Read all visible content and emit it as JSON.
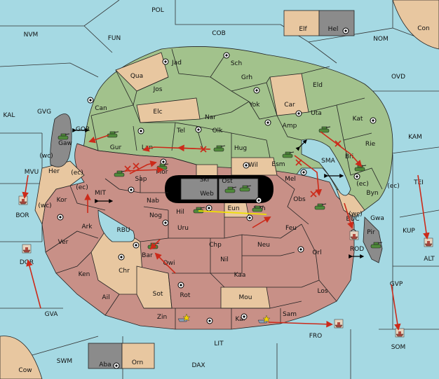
{
  "seas": [
    {
      "name": "POL"
    },
    {
      "name": "NVM"
    },
    {
      "name": "FUN"
    },
    {
      "name": "COB"
    },
    {
      "name": "NOM"
    },
    {
      "name": "OVD"
    },
    {
      "name": "KAL"
    },
    {
      "name": "GVG"
    },
    {
      "name": "KAM"
    },
    {
      "name": "GOR"
    },
    {
      "name": "MVU"
    },
    {
      "name": "TEI"
    },
    {
      "name": "MIT"
    },
    {
      "name": "SMA"
    },
    {
      "name": "BOR"
    },
    {
      "name": "RBU"
    },
    {
      "name": "KUP"
    },
    {
      "name": "BUC"
    },
    {
      "name": "ROD"
    },
    {
      "name": "ALT"
    },
    {
      "name": "GVP"
    },
    {
      "name": "DOR"
    },
    {
      "name": "GVA"
    },
    {
      "name": "FRO"
    },
    {
      "name": "SOM"
    },
    {
      "name": "LIT"
    },
    {
      "name": "SWM"
    },
    {
      "name": "DAX"
    },
    {
      "name": "Con"
    },
    {
      "name": "Cow"
    }
  ],
  "provinces": [
    {
      "name": "Jad"
    },
    {
      "name": "Sch"
    },
    {
      "name": "Qua"
    },
    {
      "name": "Jos"
    },
    {
      "name": "Grh"
    },
    {
      "name": "Can"
    },
    {
      "name": "Elc"
    },
    {
      "name": "Nar"
    },
    {
      "name": "Yok"
    },
    {
      "name": "Car"
    },
    {
      "name": "Eld"
    },
    {
      "name": "Uta"
    },
    {
      "name": "Kat"
    },
    {
      "name": "Tel"
    },
    {
      "name": "Olk"
    },
    {
      "name": "Amp"
    },
    {
      "name": "Gur"
    },
    {
      "name": "Lan"
    },
    {
      "name": "Hug"
    },
    {
      "name": "Rie"
    },
    {
      "name": "Bri"
    },
    {
      "name": "Gaw"
    },
    {
      "name": "Wil"
    },
    {
      "name": "Esm"
    },
    {
      "name": "Her"
    },
    {
      "name": "Sap"
    },
    {
      "name": "Mor"
    },
    {
      "name": "Skr"
    },
    {
      "name": "Ost"
    },
    {
      "name": "Web"
    },
    {
      "name": "Mel"
    },
    {
      "name": "Byn"
    },
    {
      "name": "Kor"
    },
    {
      "name": "Nab"
    },
    {
      "name": "Obs"
    },
    {
      "name": "Eun"
    },
    {
      "name": "Sun"
    },
    {
      "name": "Hil"
    },
    {
      "name": "Nog"
    },
    {
      "name": "Gwa"
    },
    {
      "name": "Ark"
    },
    {
      "name": "Uru"
    },
    {
      "name": "Feu"
    },
    {
      "name": "Pir"
    },
    {
      "name": "Chp"
    },
    {
      "name": "Neu"
    },
    {
      "name": "Ver"
    },
    {
      "name": "Bar"
    },
    {
      "name": "Qwi"
    },
    {
      "name": "Nil"
    },
    {
      "name": "Orl"
    },
    {
      "name": "Ken"
    },
    {
      "name": "Chr"
    },
    {
      "name": "Kaa"
    },
    {
      "name": "Sot"
    },
    {
      "name": "Rot"
    },
    {
      "name": "Los"
    },
    {
      "name": "Ail"
    },
    {
      "name": "Mou"
    },
    {
      "name": "Zin"
    },
    {
      "name": "Kar"
    },
    {
      "name": "Sam"
    },
    {
      "name": "Elf"
    },
    {
      "name": "Hel"
    },
    {
      "name": "Aba"
    },
    {
      "name": "Orn"
    }
  ],
  "coast_tags": [
    {
      "name": "(wc)"
    },
    {
      "name": "(ec)"
    },
    {
      "name": "(ec)"
    },
    {
      "name": "(wc)"
    },
    {
      "name": "(wc)"
    },
    {
      "name": "(ec)"
    },
    {
      "name": "(ec)"
    }
  ],
  "colors": {
    "sea": "#a5d9e3",
    "power_red": "#c89087",
    "power_green": "#a2c28c",
    "neutral": "#e8c7a0",
    "impassable": "#8b8b8b",
    "arrow": "#cc2a1a",
    "support": "#f0e000"
  },
  "icons": [
    "army-icon",
    "fleet-icon",
    "supply-center-icon",
    "dislodged-star-icon",
    "convoy-arrow-icon"
  ]
}
